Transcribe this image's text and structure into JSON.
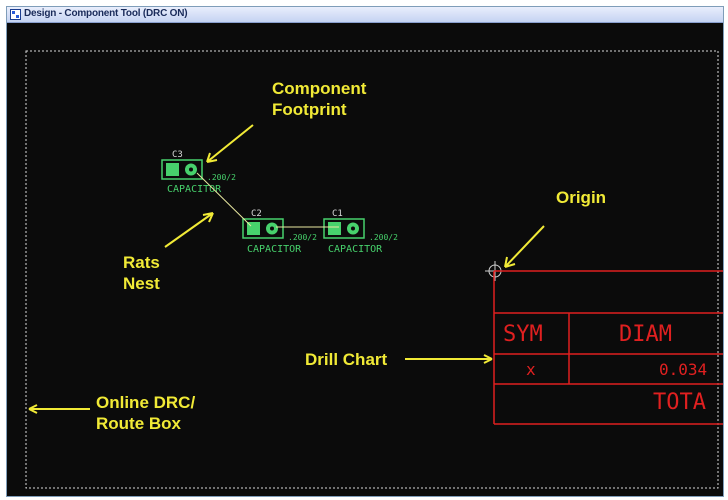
{
  "window": {
    "title": "Design - Component Tool (DRC ON)",
    "icon": "design-app-icon"
  },
  "colors": {
    "canvas_background": "#0b0b0b",
    "annotation": "#f1ea36",
    "footprint": "#47d16c",
    "drill_chart": "#e02020",
    "route_box": "#d8d8d8",
    "origin_marker": "#cfcfcf"
  },
  "annotations": {
    "component_footprint_line1": "Component",
    "component_footprint_line2": "Footprint",
    "rats_nest_line1": "Rats",
    "rats_nest_line2": "Nest",
    "origin": "Origin",
    "drill_chart": "Drill Chart",
    "online_drc_line1": "Online DRC/",
    "online_drc_line2": "Route Box"
  },
  "components": [
    {
      "ref": "C3",
      "label": "CAPACITOR",
      "pad_text": ".200/2"
    },
    {
      "ref": "C2",
      "label": "CAPACITOR",
      "pad_text": ".200/2"
    },
    {
      "ref": "C1",
      "label": "CAPACITOR",
      "pad_text": ".200/2"
    }
  ],
  "drill_chart": {
    "header_sym": "SYM",
    "header_diam": "DIAM",
    "row_sym": "x",
    "row_diam": "0.034",
    "total_label": "TOTA"
  }
}
